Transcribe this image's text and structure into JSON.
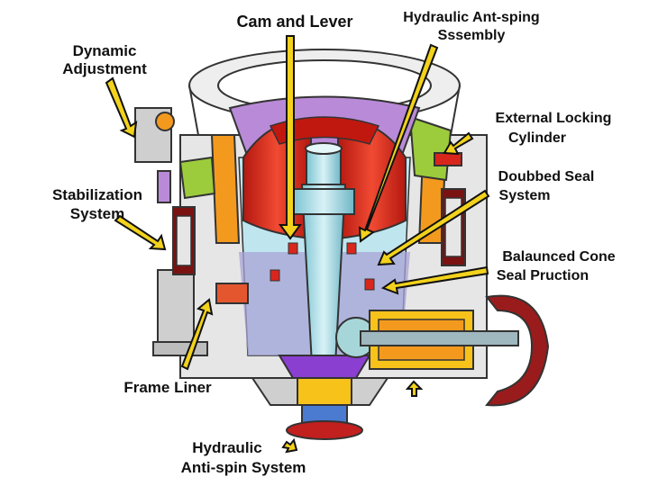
{
  "labels": {
    "cam_lever": "Cam and Lever",
    "hydraulic_ant_line1": "Hydraulic Ant-sping",
    "hydraulic_ant_line2": "Sssembly",
    "dynamic_line1": "Dynamic",
    "dynamic_line2": "Adjustment",
    "external_line1": "External Locking",
    "external_line2": "Cylinder",
    "stabilization_line1": "Stabilization",
    "stabilization_line2": "System",
    "doubbed_line1": "Doubbed Seal",
    "doubbed_line2": "System",
    "balaunced_line1": "Balaunced Cone",
    "balaunced_line2": "Seal Pruction",
    "frame_liner": "Frame Liner",
    "antispin_line1": "Hydraulic",
    "antispin_line2": "Anti-spin System"
  },
  "colors": {
    "arrow_fill": "#f2d21c",
    "arrow_outline": "#111111",
    "red_mantle": "#d9261c",
    "purple_liner": "#b98ad8",
    "blue_shaft": "#a8dde6",
    "orange_parts": "#f39a1e",
    "yellow_drive": "#f7c21a",
    "green_ring": "#9ccc3c",
    "frame_grey": "#d9d9d9",
    "dark_red_wheel": "#9a1b1b"
  }
}
